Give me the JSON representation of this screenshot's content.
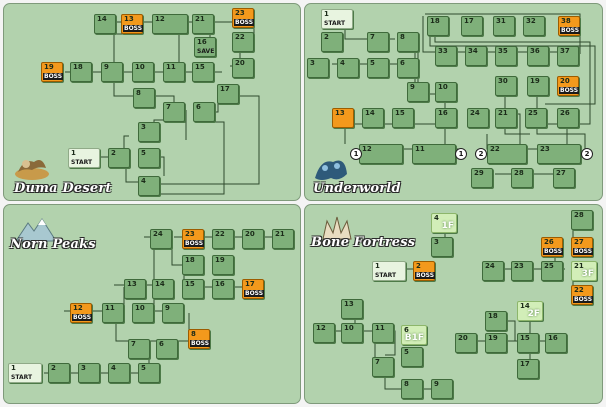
{
  "areas": {
    "duma": {
      "name": "Duma Desert",
      "nodes": [
        {
          "n": "14"
        },
        {
          "n": "13",
          "tag": "BOSS",
          "boss": true
        },
        {
          "n": "12"
        },
        {
          "n": "21"
        },
        {
          "n": "23",
          "tag": "BOSS",
          "boss": true
        },
        {
          "n": "16",
          "tag": "SAVE"
        },
        {
          "n": "22"
        },
        {
          "n": "19",
          "tag": "BOSS",
          "boss": true
        },
        {
          "n": "18"
        },
        {
          "n": "9"
        },
        {
          "n": "10"
        },
        {
          "n": "11"
        },
        {
          "n": "15"
        },
        {
          "n": "20"
        },
        {
          "n": "8"
        },
        {
          "n": "17"
        },
        {
          "n": "7"
        },
        {
          "n": "6"
        },
        {
          "n": "3"
        },
        {
          "n": "1",
          "tag": "START"
        },
        {
          "n": "2"
        },
        {
          "n": "5"
        },
        {
          "n": "4"
        }
      ]
    },
    "underworld": {
      "name": "Underworld",
      "nodes": [
        {
          "n": "1",
          "tag": "START"
        },
        {
          "n": "18"
        },
        {
          "n": "17"
        },
        {
          "n": "31"
        },
        {
          "n": "32"
        },
        {
          "n": "38",
          "tag": "BOSS",
          "boss": true
        },
        {
          "n": "2"
        },
        {
          "n": "7"
        },
        {
          "n": "8"
        },
        {
          "n": "33"
        },
        {
          "n": "34"
        },
        {
          "n": "35"
        },
        {
          "n": "36"
        },
        {
          "n": "37"
        },
        {
          "n": "3"
        },
        {
          "n": "4"
        },
        {
          "n": "5"
        },
        {
          "n": "6"
        },
        {
          "n": "30"
        },
        {
          "n": "19"
        },
        {
          "n": "20",
          "tag": "BOSS",
          "boss": true
        },
        {
          "n": "9"
        },
        {
          "n": "10"
        },
        {
          "n": "13",
          "boss": true
        },
        {
          "n": "14"
        },
        {
          "n": "15"
        },
        {
          "n": "16"
        },
        {
          "n": "24"
        },
        {
          "n": "21"
        },
        {
          "n": "25"
        },
        {
          "n": "26"
        },
        {
          "n": "12"
        },
        {
          "n": "11"
        },
        {
          "n": "22"
        },
        {
          "n": "23"
        },
        {
          "n": "29"
        },
        {
          "n": "28"
        },
        {
          "n": "27"
        }
      ],
      "markers": [
        "1",
        "1",
        "2",
        "2"
      ]
    },
    "norn": {
      "name": "Norn Peaks",
      "nodes": [
        {
          "n": "24"
        },
        {
          "n": "23",
          "tag": "BOSS",
          "boss": true
        },
        {
          "n": "22"
        },
        {
          "n": "20"
        },
        {
          "n": "21"
        },
        {
          "n": "18"
        },
        {
          "n": "19"
        },
        {
          "n": "13"
        },
        {
          "n": "14"
        },
        {
          "n": "15"
        },
        {
          "n": "16"
        },
        {
          "n": "17",
          "tag": "BOSS",
          "boss": true
        },
        {
          "n": "12",
          "tag": "BOSS",
          "boss": true
        },
        {
          "n": "11"
        },
        {
          "n": "10"
        },
        {
          "n": "9"
        },
        {
          "n": "8",
          "tag": "BOSS",
          "boss": true
        },
        {
          "n": "7"
        },
        {
          "n": "6"
        },
        {
          "n": "1",
          "tag": "START"
        },
        {
          "n": "2"
        },
        {
          "n": "3"
        },
        {
          "n": "4"
        },
        {
          "n": "5"
        }
      ]
    },
    "bone": {
      "name": "Bone Fortress",
      "nodes": [
        {
          "n": "4",
          "floor": "1F"
        },
        {
          "n": "3"
        },
        {
          "n": "1",
          "tag": "START"
        },
        {
          "n": "2",
          "tag": "BOSS",
          "boss": true
        },
        {
          "n": "28"
        },
        {
          "n": "26",
          "tag": "BOSS",
          "boss": true
        },
        {
          "n": "27",
          "tag": "BOSS",
          "boss": true
        },
        {
          "n": "24"
        },
        {
          "n": "23"
        },
        {
          "n": "25"
        },
        {
          "n": "21",
          "floor": "3F"
        },
        {
          "n": "22",
          "tag": "BOSS",
          "boss": true
        },
        {
          "n": "13"
        },
        {
          "n": "14",
          "floor": "2F"
        },
        {
          "n": "18"
        },
        {
          "n": "12"
        },
        {
          "n": "10"
        },
        {
          "n": "11"
        },
        {
          "n": "6",
          "floor": "B1F"
        },
        {
          "n": "5"
        },
        {
          "n": "20"
        },
        {
          "n": "19"
        },
        {
          "n": "15"
        },
        {
          "n": "16"
        },
        {
          "n": "7"
        },
        {
          "n": "17"
        },
        {
          "n": "8"
        },
        {
          "n": "9"
        }
      ]
    }
  }
}
